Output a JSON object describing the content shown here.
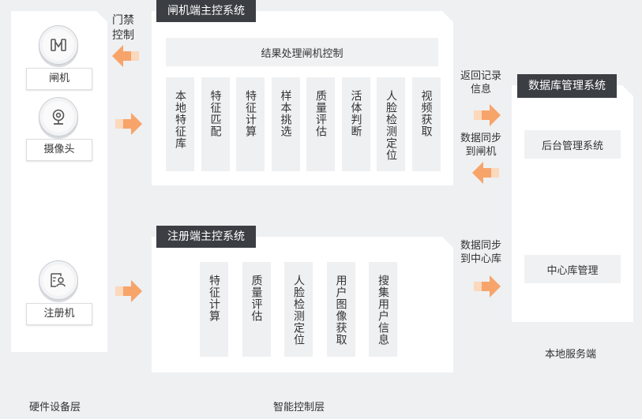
{
  "hardware": {
    "layer_label": "硬件设备层",
    "devices": [
      {
        "label": "闸机",
        "icon": "turnstile-icon"
      },
      {
        "label": "摄像头",
        "icon": "camera-icon"
      },
      {
        "label": "注册机",
        "icon": "register-machine-icon"
      }
    ],
    "gate_control_label_line1": "门禁",
    "gate_control_label_line2": "控制"
  },
  "gate_system": {
    "title": "闸机端主控系统",
    "result_box": "结果处理闸机控制",
    "modules": [
      "本地特征库",
      "特征匹配",
      "特征计算",
      "样本挑选",
      "质量评估",
      "活体判断",
      "人脸检测定位",
      "视频获取"
    ]
  },
  "register_system": {
    "title": "注册端主控系统",
    "modules": [
      "特征计算",
      "质量评估",
      "人脸检测定位",
      "用户图像获取",
      "搜集用户信息"
    ]
  },
  "control_layer_label": "智能控制层",
  "flows": {
    "return_record_line1": "返回记录",
    "return_record_line2": "信息",
    "sync_gate_line1": "数据同步",
    "sync_gate_line2": "到闸机",
    "sync_center_line1": "数据同步",
    "sync_center_line2": "到中心库"
  },
  "db_system": {
    "title": "数据库管理系统",
    "backend": "后台管理系统",
    "center": "中心库管理",
    "layer_label": "本地服务端"
  },
  "colors": {
    "arrow": "#f7a46a",
    "arrow_light": "#fcd8bd",
    "tab": "#3b3f44"
  }
}
